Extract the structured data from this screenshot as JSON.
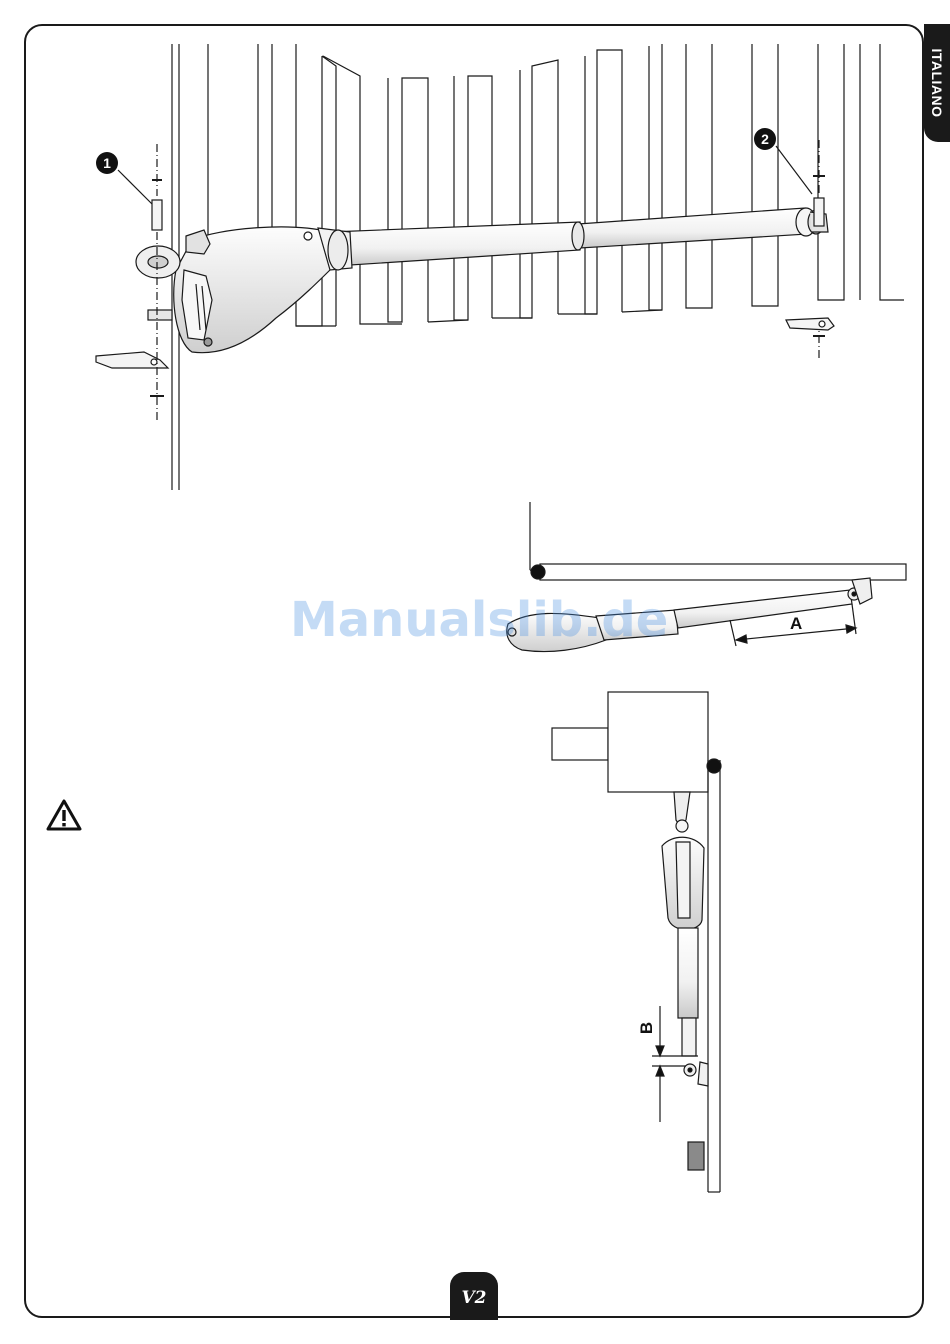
{
  "language_tab": {
    "label": "ITALIANO"
  },
  "callouts": {
    "one": "1",
    "two": "2"
  },
  "dimensions": {
    "a_label": "A",
    "b_label": "B"
  },
  "watermark": {
    "text": "Manualslib.de"
  },
  "footer": {
    "logo_text": "V2"
  },
  "icons": {
    "warning": "warning-triangle-icon"
  },
  "colors": {
    "ink": "#1a1a1a",
    "watermark": "#4a90e2",
    "accent_grey": "#8a8a8a"
  }
}
